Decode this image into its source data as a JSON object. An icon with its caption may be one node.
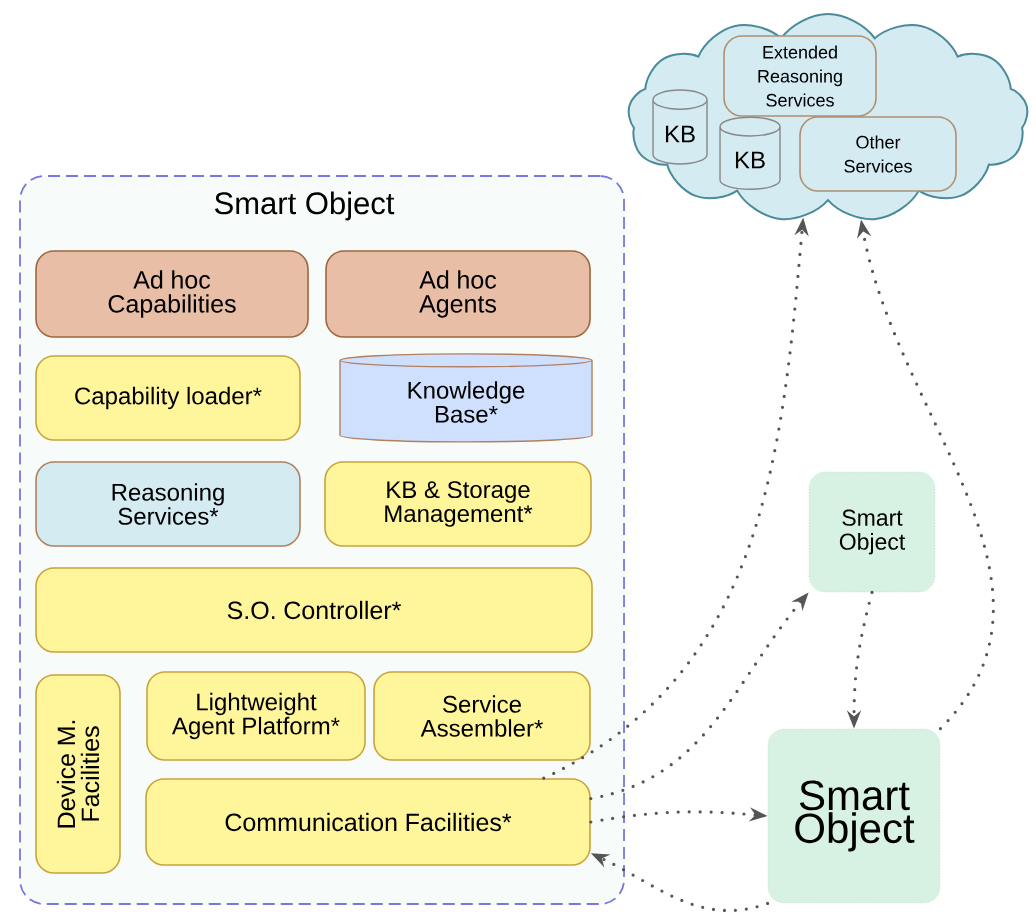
{
  "diagram": {
    "nodes": [
      {
        "text": [
          "Smart Object"
        ]
      },
      {
        "text": [
          "Ad hoc Capabilities"
        ],
        "in": 0
      },
      {
        "text": [
          "Ad hoc Agents"
        ],
        "in": 0
      },
      {
        "text": [
          "Capability loader*"
        ],
        "in": 0
      },
      {
        "text": [
          "Knowledge Base*"
        ],
        "in": 0
      },
      {
        "text": [
          "Reasoning Services*"
        ],
        "in": 0
      },
      {
        "text": [
          "KB & Storage Management*"
        ],
        "in": 0
      },
      {
        "text": [
          "S.O. Controller*"
        ],
        "in": 0
      },
      {
        "text": [
          "Device M. Facilities"
        ],
        "in": 0
      },
      {
        "text": [
          "Lightweight Agent Platform*"
        ],
        "in": 0
      },
      {
        "text": [
          "Service Assembler*"
        ],
        "in": 0
      },
      {
        "text": [
          "Communication Facilities*"
        ],
        "in": 0
      },
      {
        "text": [],
        "shape": "cloud"
      },
      {
        "text": [
          "Extended Reasoning Services"
        ],
        "in": 12
      },
      {
        "text": [
          "KB"
        ],
        "in": 12
      },
      {
        "text": [
          "KB"
        ],
        "in": 12
      },
      {
        "text": [
          "Other Services"
        ],
        "in": 12
      },
      {
        "text": [
          "Smart Object"
        ]
      },
      {
        "text": [
          "Smart Object"
        ]
      }
    ],
    "edges": [
      {
        "from": 11,
        "to": 12,
        "arrow": "to"
      },
      {
        "from": 11,
        "to": 17,
        "arrow": "to"
      },
      {
        "from": 11,
        "to": 18,
        "arrow": "to"
      },
      {
        "from": 18,
        "to": 11,
        "arrow": "to"
      },
      {
        "from": 17,
        "to": 18,
        "arrow": "to"
      },
      {
        "from": 18,
        "to": 12,
        "arrow": "to"
      }
    ]
  }
}
